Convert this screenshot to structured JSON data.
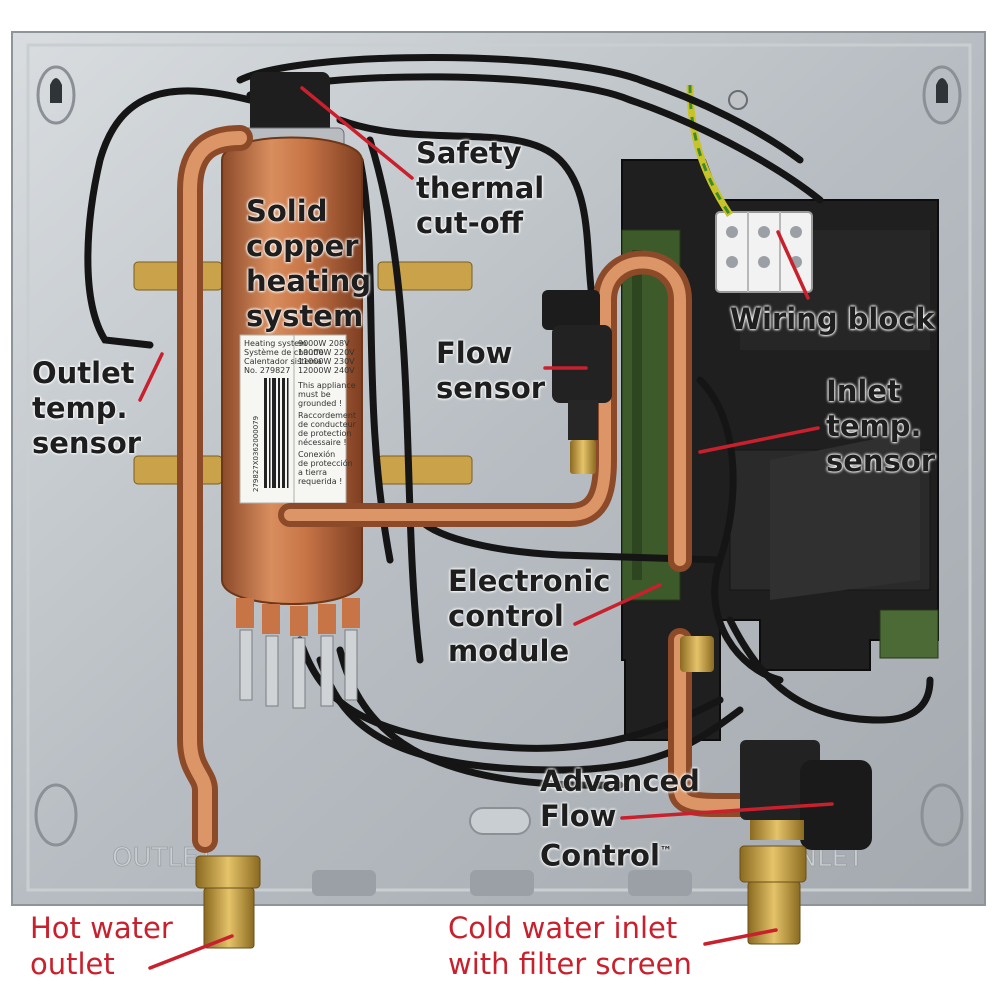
{
  "labels": {
    "safety": "Safety\nthermal\ncut-off",
    "heating": "Solid\ncopper\nheating\nsystem",
    "outlet_sensor": "Outlet\ntemp.\nsensor",
    "flow_sensor": "Flow\nsensor",
    "wiring": "Wiring block",
    "inlet_sensor": "Inlet\ntemp.\nsensor",
    "ecm": "Electronic\ncontrol\nmodule",
    "afc": "Advanced\nFlow\nControl",
    "afc_mark": "™",
    "hot_outlet": "Hot water\noutlet",
    "cold_inlet": "Cold water inlet\nwith filter screen"
  },
  "stickers": {
    "sticker_lines": [
      "Heating system",
      "Système de chauffe",
      "Calentador sistema",
      "No. 279827"
    ],
    "ratings": [
      "9000W 208V",
      "10000W 220V",
      "11000W 230V",
      "12000W 240V"
    ],
    "warning": [
      "This appliance",
      "must be",
      "grounded !",
      "Raccordement",
      "de conducteur",
      "de protection",
      "nécessaire !",
      "Conexión",
      "de protección",
      "a tierra",
      "requerida !"
    ],
    "barcode_text": "279827X0362000079",
    "plate_text": "OUTLET",
    "inlet_plate": "INLET"
  },
  "colors": {
    "label_dark": "#1e1e1e",
    "label_red": "#c8202c",
    "pointer": "#c8202c",
    "copper": "#c7774a",
    "steel": "#b9bfc4",
    "board_black": "#1c1c1c",
    "pcb_green": "#3d5a2a",
    "brass": "#c7a040"
  }
}
